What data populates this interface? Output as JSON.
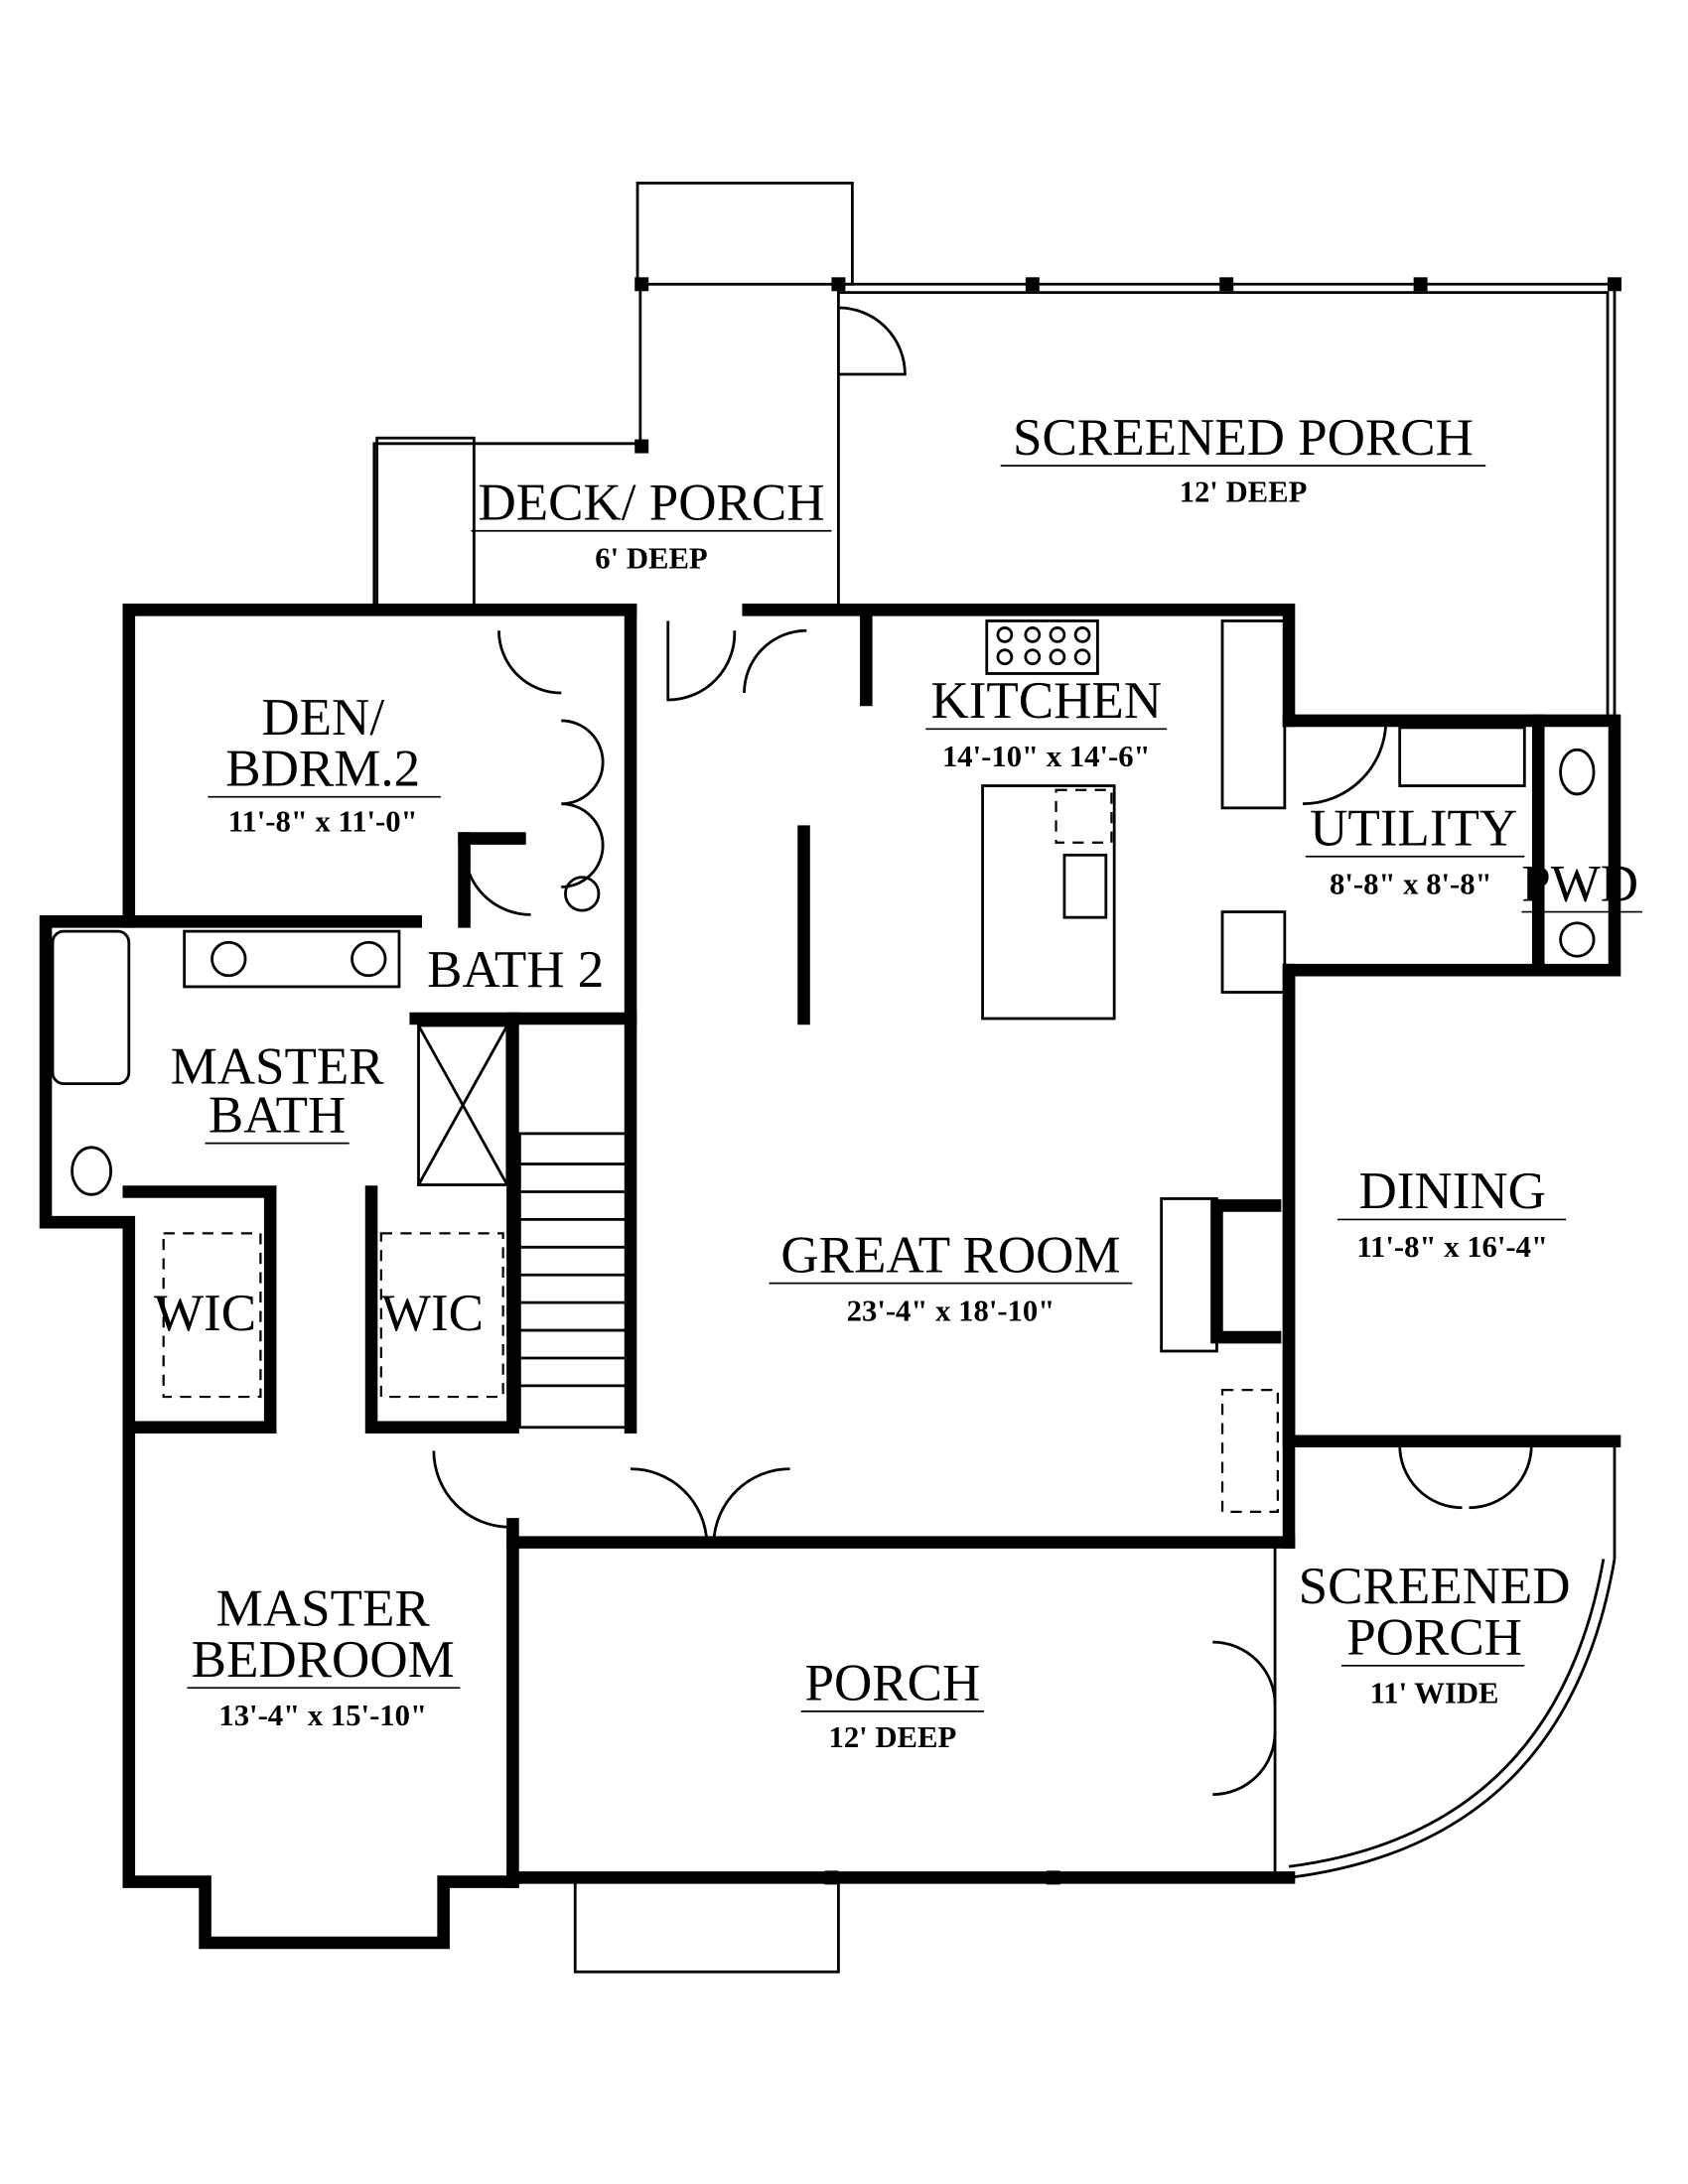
{
  "rooms": {
    "screened_porch_top": {
      "name": "SCREENED PORCH",
      "note": "12' DEEP"
    },
    "deck_porch": {
      "name": "DECK/ PORCH",
      "note": "6' DEEP"
    },
    "den": {
      "name_line1": "DEN/",
      "name_line2": "BDRM.2",
      "dim": "11'-8\" x 11'-0\""
    },
    "kitchen": {
      "name": "KITCHEN",
      "dim": "14'-10\" x 14'-6\""
    },
    "utility": {
      "name": "UTILITY",
      "dim": "8'-8\" x 8'-8\""
    },
    "pwd": {
      "name": "PWD"
    },
    "bath2": {
      "name": "BATH 2"
    },
    "master_bath": {
      "name_line1": "MASTER",
      "name_line2": "BATH"
    },
    "wic_left": {
      "name": "WIC"
    },
    "wic_right": {
      "name": "WIC"
    },
    "great_room": {
      "name": "GREAT ROOM",
      "dim": "23'-4\" x 18'-10\""
    },
    "dining": {
      "name": "DINING",
      "dim": "11'-8\" x 16'-4\""
    },
    "master_bedroom": {
      "name_line1": "MASTER",
      "name_line2": "BEDROOM",
      "dim": "13'-4\" x 15'-10\""
    },
    "porch": {
      "name": "PORCH",
      "note": "12' DEEP"
    },
    "screened_porch_side": {
      "name_line1": "SCREENED",
      "name_line2": "PORCH",
      "note": "11' WIDE"
    }
  }
}
